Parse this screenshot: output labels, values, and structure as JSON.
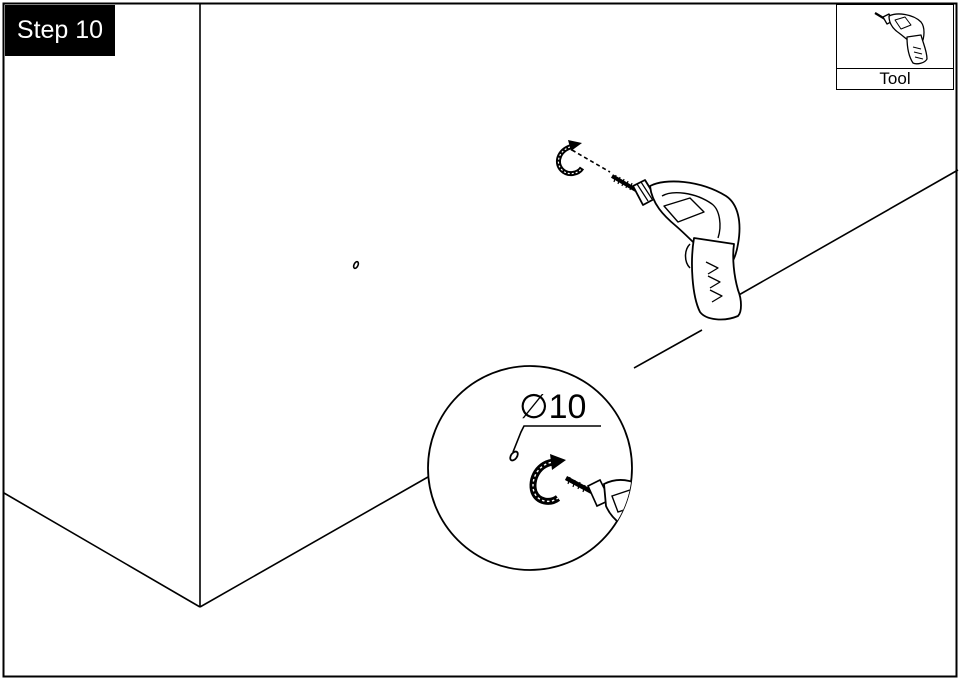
{
  "step": {
    "label": "Step 10"
  },
  "tool_panel": {
    "label": "Tool",
    "icon": "drill-icon"
  },
  "callout": {
    "diameter_label": "∅10"
  },
  "colors": {
    "ink": "#000000",
    "background": "#ffffff"
  }
}
